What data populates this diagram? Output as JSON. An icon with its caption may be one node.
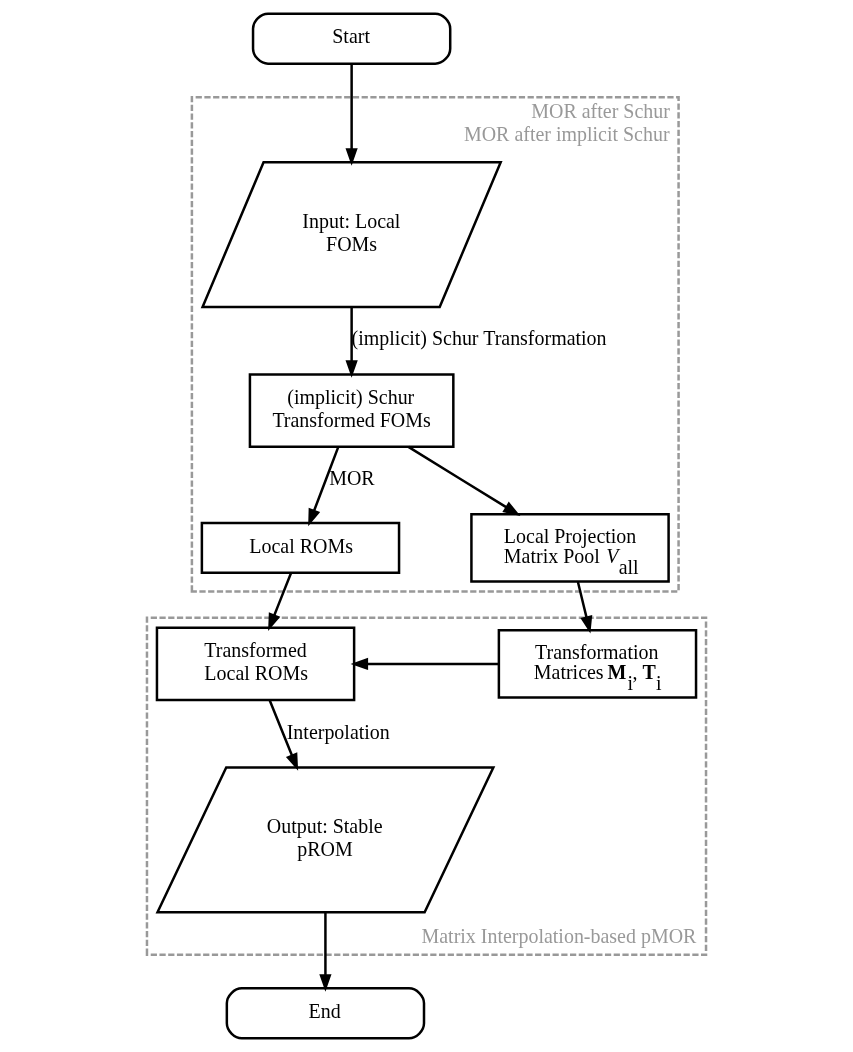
{
  "diagram": {
    "nodes": [
      {
        "text": [
          "Start"
        ]
      },
      {
        "text": [
          "MOR after Schur",
          "MOR after implicit Schur"
        ]
      },
      {
        "text": [
          "Input: Local FOMs"
        ],
        "in": 1
      },
      {
        "text": [
          "(implicit) Schur Transformed FOMs"
        ],
        "in": 1
      },
      {
        "text": [
          "Local ROMs"
        ],
        "in": 1
      },
      {
        "text": [
          "Local Projection Matrix Pool *V*$_{all}$"
        ],
        "in": 1
      },
      {
        "text": [
          "Matrix Interpolation-based pMOR"
        ]
      },
      {
        "text": [
          "Transformed Local ROMs"
        ],
        "in": 6
      },
      {
        "text": [
          "Transformation Matrices **M**$_{i}$, **T**$_{i}$"
        ],
        "in": 6
      },
      {
        "text": [
          "Output: Stable pROM"
        ],
        "in": 6
      },
      {
        "text": [
          "End"
        ]
      }
    ],
    "edges": [
      {
        "from": 0,
        "to": 2,
        "arrow": "to"
      },
      {
        "from": 2,
        "to": 3,
        "arrow": "to",
        "label": "(implicit) Schur Transformation"
      },
      {
        "from": 3,
        "to": 4,
        "arrow": "to",
        "label": "MOR"
      },
      {
        "from": 3,
        "to": 5,
        "arrow": "to"
      },
      {
        "from": 4,
        "to": 7,
        "arrow": "to"
      },
      {
        "from": 5,
        "to": 8,
        "arrow": "to"
      },
      {
        "from": 8,
        "to": 7,
        "arrow": "to"
      },
      {
        "from": 7,
        "to": 9,
        "arrow": "to",
        "label": "Interpolation"
      },
      {
        "from": 9,
        "to": 10,
        "arrow": "to"
      }
    ]
  }
}
